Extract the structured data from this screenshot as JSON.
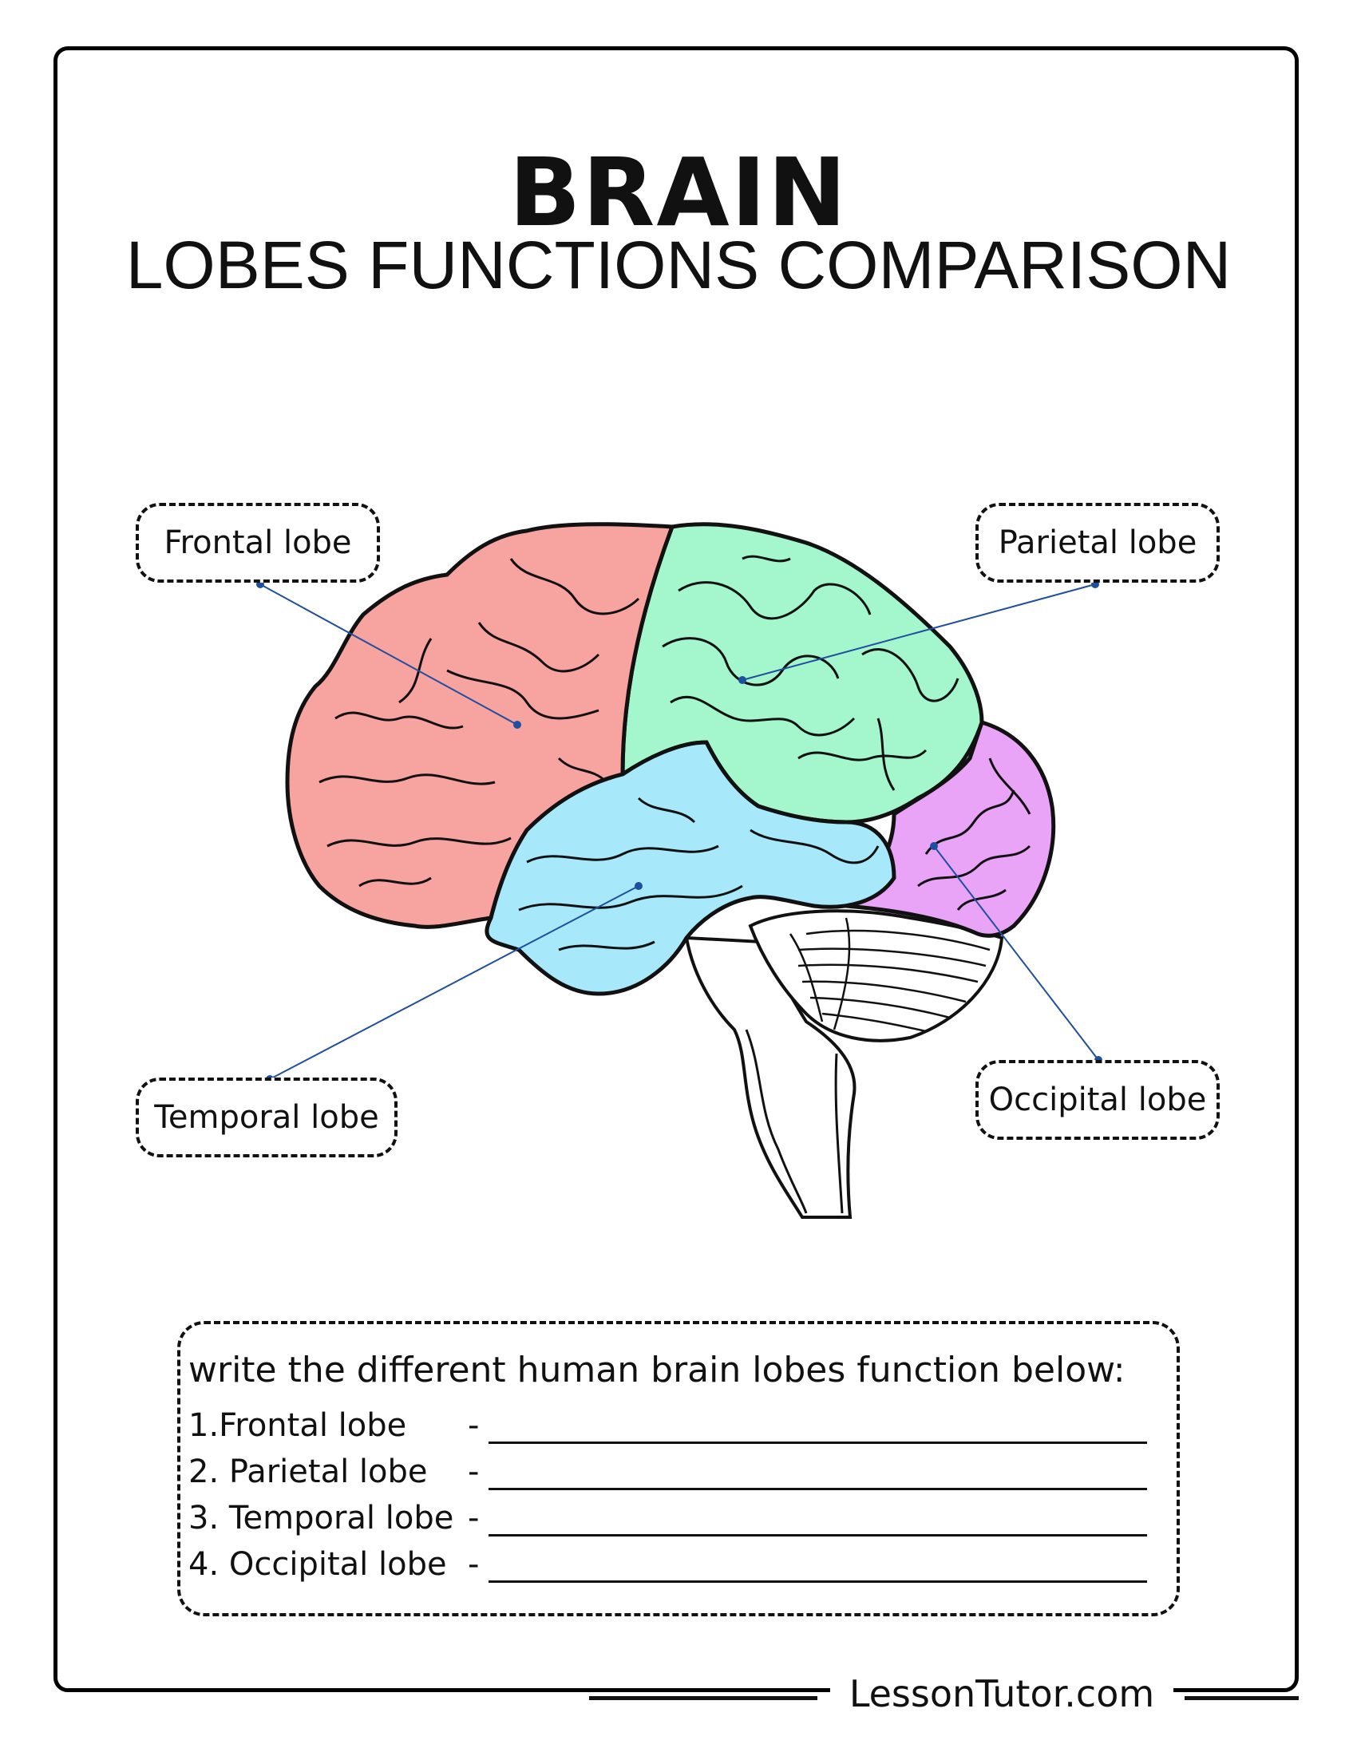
{
  "title": "BRAIN",
  "subtitle": "LOBES FUNCTIONS COMPARISON",
  "labels": {
    "frontal": "Frontal lobe",
    "parietal": "Parietal lobe",
    "temporal": "Temporal lobe",
    "occipital": "Occipital lobe"
  },
  "colors": {
    "frontal": "#f7a3a0",
    "parietal": "#a4f7cc",
    "temporal": "#a8e8fb",
    "occipital": "#e9a4f7",
    "cerebellum": "#ffffff",
    "leader_line": "#1f4f9e"
  },
  "worksheet": {
    "instruction": "write the different human brain lobes function below:",
    "items": [
      {
        "label": "1.Frontal lobe",
        "dash": "-"
      },
      {
        "label": "2. Parietal lobe",
        "dash": "-"
      },
      {
        "label": "3. Temporal lobe",
        "dash": "-"
      },
      {
        "label": "4. Occipital lobe",
        "dash": "-"
      }
    ]
  },
  "footer": "LessonTutor.com"
}
